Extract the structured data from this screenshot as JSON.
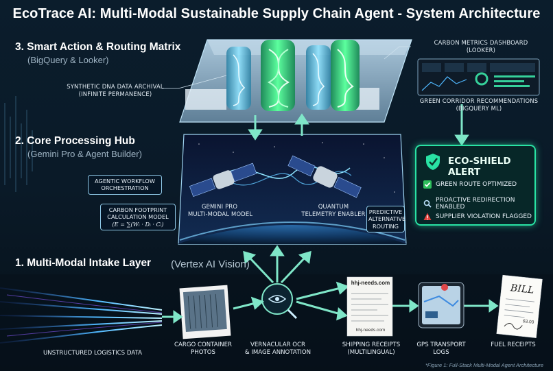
{
  "title": "EcoTrace AI: Multi-Modal Sustainable Supply Chain Agent - System Architecture",
  "layers": {
    "smart": {
      "heading": "3. Smart Action & Routing Matrix",
      "sub": "(BigQuery & Looker)"
    },
    "core": {
      "heading": "2. Core Processing Hub",
      "sub": "(Gemini Pro & Agent Builder)"
    },
    "intake": {
      "heading": "1. Multi-Modal Intake Layer",
      "sub": "(Vertex AI Vision)"
    }
  },
  "labels": {
    "dna_line1": "SYNTHETIC DNA DATA ARCHIVAL",
    "dna_line2": "(INFINITE PERMANENCE)",
    "dash_line1": "CARBON METRICS DASHBOARD",
    "dash_line2": "(LOOKER)",
    "green_line1": "GREEN CORRIDOR RECOMMENDATIONS",
    "green_line2": "(BIGQUERY ML)",
    "agentic_line1": "AGENTIC WORKFLOW",
    "agentic_line2": "ORCHESTRATION",
    "carbon_line1": "CARBON FOOTPRINT",
    "carbon_line2": "CALCULATION MODEL",
    "carbon_formula": "(E = ∑(Wᵢ · Dᵢ · Cᵢ)",
    "gemini_line1": "GEMINI PRO",
    "gemini_line2": "MULTI-MODAL MODEL",
    "quantum_line1": "QUANTUM",
    "quantum_line2": "TELEMETRY ENABLER",
    "predictive_line1": "PREDICTIVE",
    "predictive_line2": "ALTERNATIVE",
    "predictive_line3": "ROUTING"
  },
  "alert": {
    "title": "ECO-SHIELD ALERT",
    "items": [
      {
        "text": "GREEN ROUTE OPTIMIZED",
        "icon": "check-icon"
      },
      {
        "text": "PROACTIVE REDIRECTION ENABLED",
        "icon": "search-icon"
      },
      {
        "text": "SUPPLIER VIOLATION FLAGGED",
        "icon": "warning-icon"
      }
    ]
  },
  "intake": {
    "unstructured": "UNSTRUCTURED LOGISTICS DATA",
    "cargo_line1": "CARGO CONTAINER",
    "cargo_line2": "PHOTOS",
    "ocr_line1": "VERNACULAR OCR",
    "ocr_line2": "& IMAGE ANNOTATION",
    "shipping_line1": "SHIPPING RECEIPTS",
    "shipping_line2": "(MULTILINGUAL)",
    "gps_line1": "GPS TRANSPORT",
    "gps_line2": "LOGS",
    "fuel": "FUEL RECEIPTS"
  },
  "receipt": {
    "header": "hhj-needs.com",
    "footer": "hhj-needs.com"
  },
  "bill": {
    "text": "BILL",
    "amount": "$3.00"
  },
  "footnote": "*Figure 1: Full-Stack Multi-Modal Agent Architecture",
  "colors": {
    "accent": "#29e3a4",
    "glow": "#7fe6c8",
    "background": "#08141f"
  }
}
